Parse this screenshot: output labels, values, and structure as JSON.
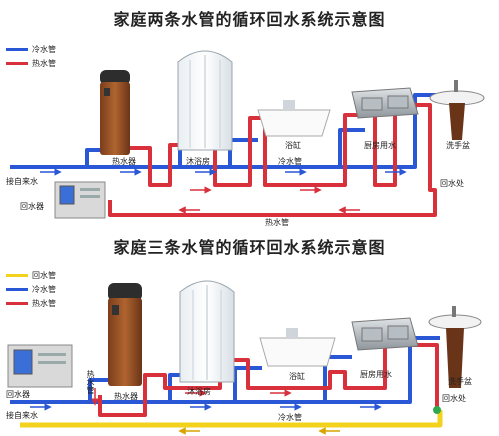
{
  "diagram1": {
    "title": "家庭两条水管的循环回水系统示意图",
    "legend": [
      {
        "label": "冷水管",
        "color": "#2a57d6"
      },
      {
        "label": "热水管",
        "color": "#d8313c"
      }
    ],
    "labels": {
      "inlet": "接自来水",
      "recirc_unit": "回水器",
      "water_heater": "热水器",
      "shower": "沐浴房",
      "bathtub": "浴缸",
      "kitchen": "厨房用水",
      "washbasin": "洗手盆",
      "cold_pipe": "冷水管",
      "hot_pipe": "热水管",
      "return_point": "回水处"
    }
  },
  "diagram2": {
    "title": "家庭三条水管的循环回水系统示意图",
    "legend": [
      {
        "label": "回水管",
        "color": "#f2d21c"
      },
      {
        "label": "冷水管",
        "color": "#2a57d6"
      },
      {
        "label": "热水管",
        "color": "#d8313c"
      }
    ],
    "labels": {
      "recirc_unit": "回水器",
      "inlet": "接自来水",
      "hot_pipe_vertical": "热水管",
      "water_heater": "热水器",
      "shower": "沐浴房",
      "bathtub": "浴缸",
      "kitchen": "厨房用水",
      "washbasin": "洗手盆",
      "cold_pipe": "冷水管",
      "return_point": "回水处"
    }
  },
  "colors": {
    "cold": "#2a57d6",
    "hot": "#d8313c",
    "return": "#f2d21c",
    "node": "#2fa84f"
  }
}
